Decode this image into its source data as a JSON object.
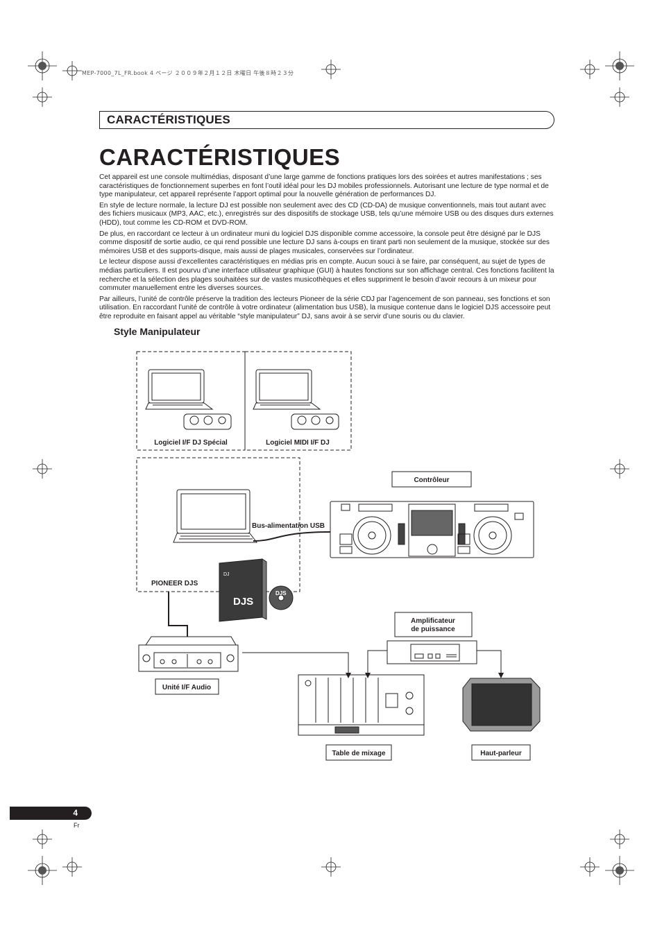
{
  "header": {
    "file_info": "MEP-7000_7L_FR.book  4 ページ  ２００９年２月１２日  木曜日  午後８時２３分"
  },
  "section_tab": {
    "label": "CARACTÉRISTIQUES"
  },
  "page_title": "CARACTÉRISTIQUES",
  "paragraphs": [
    "Cet appareil est une console multimédias, disposant d’une large gamme de fonctions pratiques lors des soirées et autres manifestations ; ses caractéristiques de fonctionnement superbes en font l’outil idéal pour les DJ mobiles professionnels. Autorisant une lecture de type normal et de type manipulateur, cet appareil représente l’apport optimal pour la nouvelle génération de performances DJ.",
    "En style de lecture normale, la lecture DJ est possible non seulement avec des CD (CD-DA) de musique conventionnels, mais tout autant avec des fichiers musicaux (MP3, AAC, etc.), enregistrés sur des dispositifs de stockage USB, tels qu’une mémoire USB ou des disques durs externes (HDD), tout comme les CD-ROM et DVD-ROM.",
    "De plus, en raccordant ce lecteur à un ordinateur muni du logiciel DJS disponible comme accessoire, la console peut être désigné par le DJS comme dispositif de sortie audio, ce qui rend possible une lecture DJ sans à-coups en tirant parti non seulement de la musique, stockée sur des mémoires USB et des supports-disque, mais aussi de plages musicales, conservées sur l’ordinateur.",
    "Le lecteur dispose aussi d’excellentes caractéristiques en médias pris en compte. Aucun souci à se faire, par conséquent, au sujet de types de médias particuliers. Il est pourvu d’une interface utilisateur graphique (GUI) à hautes fonctions sur son affichage central. Ces fonctions facilitent la recherche et la sélection des plages souhaitées sur de vastes musicothèques et elles suppriment le besoin d’avoir recours à un mixeur pour commuter manuellement entre les diverses sources.",
    "Par ailleurs, l’unité de contrôle préserve la tradition des lecteurs Pioneer de la série CDJ par l’agencement de son panneau, ses fonctions et son utilisation. En raccordant l’unité de contrôle à votre ordinateur (alimentation bus USB), la musique contenue dans le logiciel DJS accessoire peut être reproduite en faisant appel au véritable “style manipulateur” DJ, sans avoir à se servir d’une souris ou du clavier."
  ],
  "subheading": "Style Manipulateur",
  "diagram": {
    "labels": {
      "software_dj": "Logiciel I/F DJ Spécial",
      "software_midi": "Logiciel MIDI I/F DJ",
      "controller": "Contrôleur",
      "usb_bus": "Bus-alimentation USB",
      "pioneer_djs": "PIONEER DJS",
      "amp_line1": "Amplificateur",
      "amp_line2": "de puissance",
      "audio_unit": "Unité I/F Audio",
      "mixer": "Table de mixage",
      "speaker": "Haut-parleur",
      "djs_box": "DJS",
      "djs_disc": "DJS",
      "djs_small": "DJ"
    }
  },
  "footer": {
    "page_number": "4",
    "language": "Fr"
  }
}
